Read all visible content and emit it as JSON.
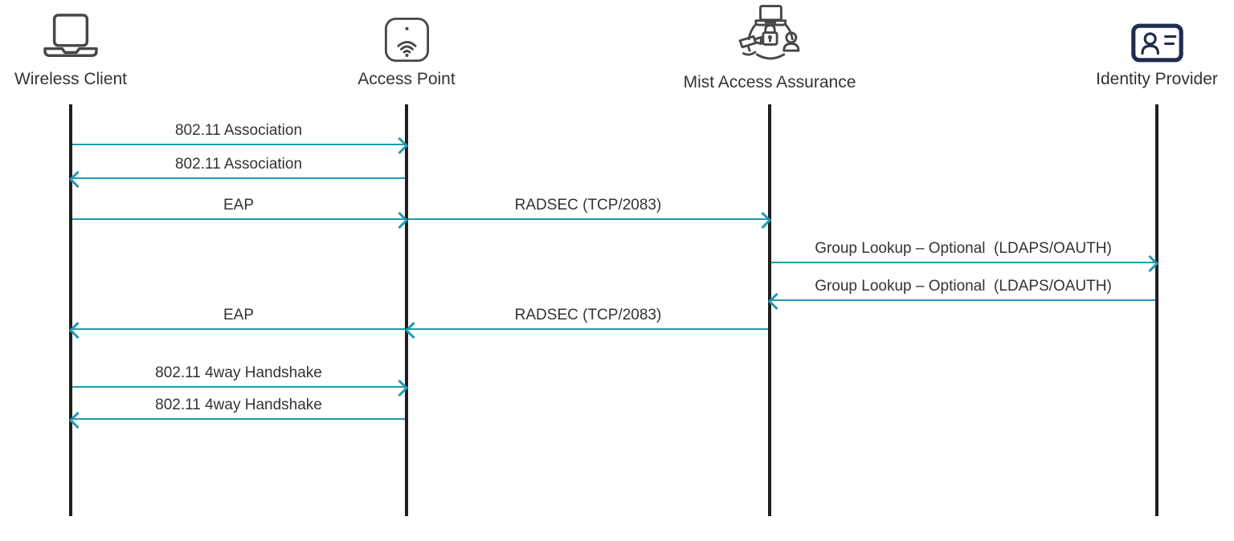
{
  "theme": {
    "accent": "#1f9ab5",
    "lifeline": "#1f1f1f",
    "icon": "#474747",
    "navy": "#202c4e",
    "text": "#333333",
    "bg": "#ffffff"
  },
  "diagram_type": "sequence-diagram",
  "actors": [
    {
      "label": "Wireless Client",
      "icon": "laptop-icon"
    },
    {
      "label": "Access Point",
      "icon": "access-point-icon"
    },
    {
      "label": "Mist Access Assurance",
      "icon": "access-assurance-icon"
    },
    {
      "label": "Identity Provider",
      "icon": "id-card-icon"
    }
  ],
  "messages": [
    {
      "label": "802.11 Association",
      "from": "Wireless Client",
      "to": "Access Point",
      "direction": "right"
    },
    {
      "label": "802.11 Association",
      "from": "Access Point",
      "to": "Wireless Client",
      "direction": "left"
    },
    {
      "label": "EAP",
      "from": "Wireless Client",
      "to": "Access Point",
      "direction": "right"
    },
    {
      "label": "RADSEC (TCP/2083)",
      "from": "Access Point",
      "to": "Mist Access Assurance",
      "direction": "right"
    },
    {
      "label": "Group Lookup – Optional  (LDAPS/OAUTH)",
      "from": "Mist Access Assurance",
      "to": "Identity Provider",
      "direction": "right"
    },
    {
      "label": "Group Lookup – Optional  (LDAPS/OAUTH)",
      "from": "Identity Provider",
      "to": "Mist Access Assurance",
      "direction": "left"
    },
    {
      "label": "EAP",
      "from": "Access Point",
      "to": "Wireless Client",
      "direction": "left"
    },
    {
      "label": "RADSEC (TCP/2083)",
      "from": "Mist Access Assurance",
      "to": "Access Point",
      "direction": "left"
    },
    {
      "label": "802.11 4way Handshake",
      "from": "Wireless Client",
      "to": "Access Point",
      "direction": "right"
    },
    {
      "label": "802.11 4way Handshake",
      "from": "Access Point",
      "to": "Wireless Client",
      "direction": "left"
    }
  ]
}
